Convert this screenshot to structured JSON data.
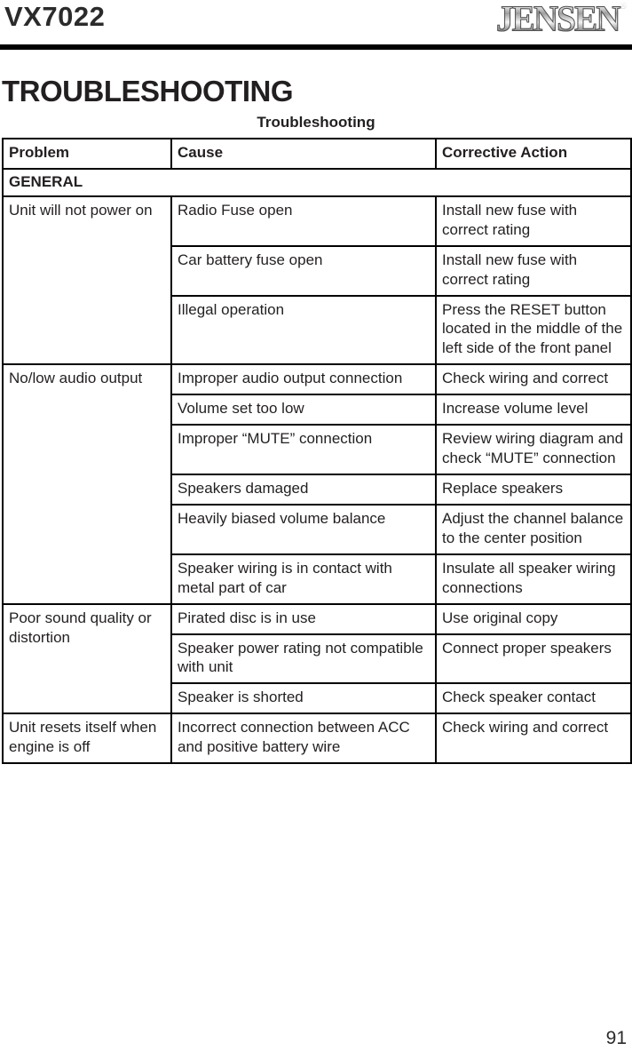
{
  "page": {
    "model": "VX7022",
    "brand": "JENSEN",
    "brand_reg": "®",
    "page_number": "91"
  },
  "section": {
    "heading": "TROUBLESHOOTING",
    "table_caption": "Troubleshooting"
  },
  "table": {
    "headers": [
      "Problem",
      "Cause",
      "Corrective Action"
    ],
    "group_label": "GENERAL",
    "rows": [
      {
        "problem": "Unit will not power on",
        "entries": [
          {
            "cause": "Radio Fuse open",
            "action": "Install new fuse with correct rating"
          },
          {
            "cause": "Car battery fuse open",
            "action": "Install new fuse with correct rating"
          },
          {
            "cause": "Illegal operation",
            "action": "Press the RESET button located in the middle of the left side of the front panel"
          }
        ]
      },
      {
        "problem": "No/low audio output",
        "entries": [
          {
            "cause": "Improper audio output connection",
            "action": "Check wiring and correct"
          },
          {
            "cause": "Volume set too low",
            "action": "Increase volume level"
          },
          {
            "cause": "Improper “MUTE” connection",
            "action": "Review wiring diagram and check “MUTE” connection"
          },
          {
            "cause": "Speakers damaged",
            "action": "Replace speakers"
          },
          {
            "cause": "Heavily biased volume balance",
            "action": "Adjust the channel balance to the center position"
          },
          {
            "cause": "Speaker wiring is in contact with metal part of car",
            "action": "Insulate all speaker wiring connections"
          }
        ]
      },
      {
        "problem": "Poor sound quality or distortion",
        "entries": [
          {
            "cause": "Pirated disc is in use",
            "action": "Use original copy"
          },
          {
            "cause": "Speaker power rating not compatible with unit",
            "action": "Connect proper speakers"
          },
          {
            "cause": "Speaker is shorted",
            "action": "Check speaker contact"
          }
        ]
      },
      {
        "problem": "Unit resets itself when engine is off",
        "entries": [
          {
            "cause": "Incorrect connection between ACC and positive battery wire",
            "action": "Check wiring and correct"
          }
        ]
      }
    ]
  }
}
